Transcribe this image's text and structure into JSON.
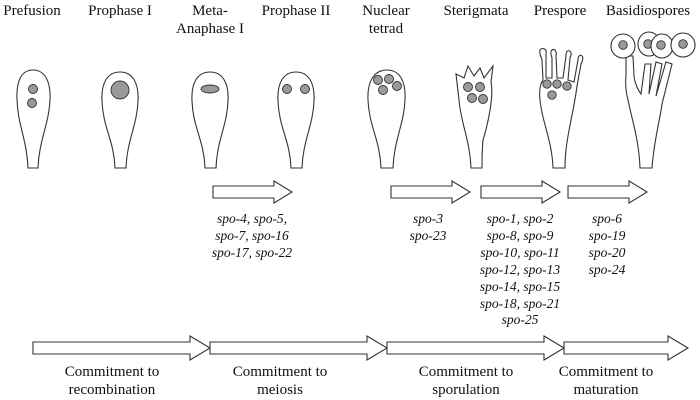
{
  "stages": [
    {
      "label_lines": [
        "Prefusion"
      ]
    },
    {
      "label_lines": [
        "Prophase I"
      ]
    },
    {
      "label_lines": [
        "Meta-",
        "Anaphase I"
      ]
    },
    {
      "label_lines": [
        "Prophase II"
      ]
    },
    {
      "label_lines": [
        "Nuclear",
        "tetrad"
      ]
    },
    {
      "label_lines": [
        "Sterigmata"
      ]
    },
    {
      "label_lines": [
        "Prespore"
      ]
    },
    {
      "label_lines": [
        "Basidiospores"
      ]
    }
  ],
  "gene_groups": [
    {
      "lines": [
        "spo-4, spo-5,",
        "spo-7, spo-16",
        "spo-17, spo-22"
      ]
    },
    {
      "lines": [
        "spo-3",
        "spo-23"
      ]
    },
    {
      "lines": [
        "spo-1, spo-2",
        "spo-8, spo-9",
        "spo-10, spo-11",
        "spo-12, spo-13",
        "spo-14, spo-15",
        "spo-18, spo-21",
        "spo-25"
      ]
    },
    {
      "lines": [
        "spo-6",
        "spo-19",
        "spo-20",
        "spo-24"
      ]
    }
  ],
  "commitments": [
    {
      "lines": [
        "Commitment to",
        "recombination"
      ]
    },
    {
      "lines": [
        "Commitment to",
        "meiosis"
      ]
    },
    {
      "lines": [
        "Commitment to",
        "sporulation"
      ]
    },
    {
      "lines": [
        "Commitment to",
        "maturation"
      ]
    }
  ]
}
